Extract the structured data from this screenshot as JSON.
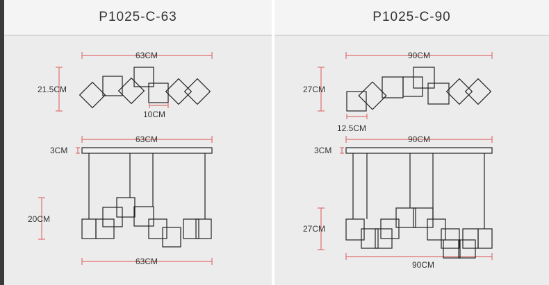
{
  "left": {
    "title": "P1025-C-63",
    "top_width": "63CM",
    "top_height": "21.5CM",
    "top_square": "10CM",
    "mount_width": "63CM",
    "canopy": "3CM",
    "hang_height": "20CM",
    "bottom_width": "63CM"
  },
  "right": {
    "title": "P1025-C-90",
    "top_width": "90CM",
    "top_height": "27CM",
    "top_square": "12.5CM",
    "mount_width": "90CM",
    "canopy": "3CM",
    "hang_height": "27CM",
    "bottom_width": "90CM"
  },
  "colors": {
    "dimension": "#e07070",
    "lamp": "#222222",
    "panel": "#ececec"
  }
}
